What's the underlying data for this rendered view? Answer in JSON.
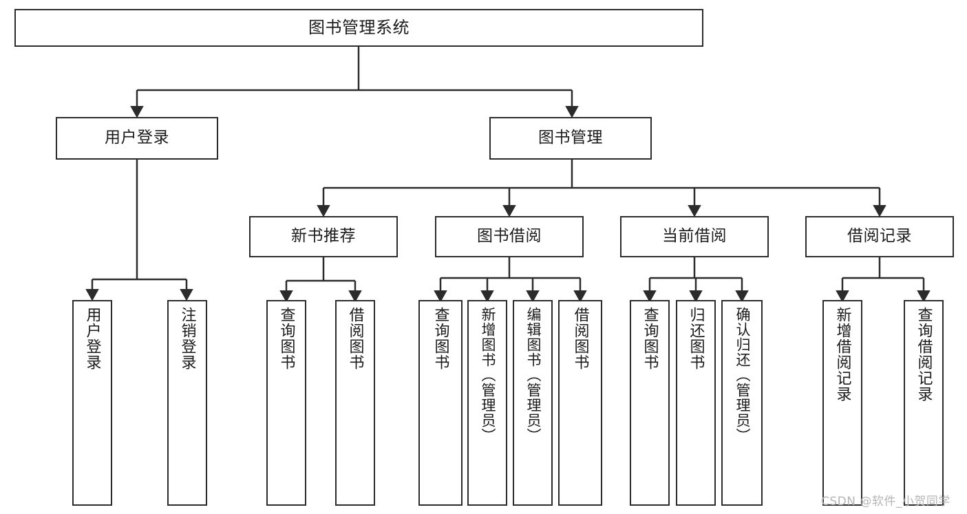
{
  "diagram": {
    "title": "图书管理系统",
    "type": "tree-hierarchy-diagram",
    "root": {
      "label": "图书管理系统"
    },
    "level2": [
      {
        "label": "用户登录"
      },
      {
        "label": "图书管理"
      }
    ],
    "level3": [
      {
        "label": "新书推荐"
      },
      {
        "label": "图书借阅"
      },
      {
        "label": "当前借阅"
      },
      {
        "label": "借阅记录"
      }
    ],
    "leaves": {
      "user_login": [
        {
          "label": "用户登录"
        },
        {
          "label": "注销登录"
        }
      ],
      "new_book_recommend": [
        {
          "label": "查询图书"
        },
        {
          "label": "借阅图书"
        }
      ],
      "book_borrow": [
        {
          "label": "查询图书"
        },
        {
          "label": "新增图书（管理员）"
        },
        {
          "label": "编辑图书（管理员）"
        },
        {
          "label": "借阅图书"
        }
      ],
      "current_borrow": [
        {
          "label": "查询图书"
        },
        {
          "label": "归还图书"
        },
        {
          "label": "确认归还（管理员）"
        }
      ],
      "borrow_records": [
        {
          "label": "新增借阅记录"
        },
        {
          "label": "查询借阅记录"
        }
      ]
    }
  },
  "watermark": {
    "text": "CSDN @软件_小贺同学"
  },
  "colors": {
    "border": "#2b2b2b",
    "background": "#ffffff",
    "text": "#1a1a1a",
    "watermark": "#b5b5b5"
  }
}
